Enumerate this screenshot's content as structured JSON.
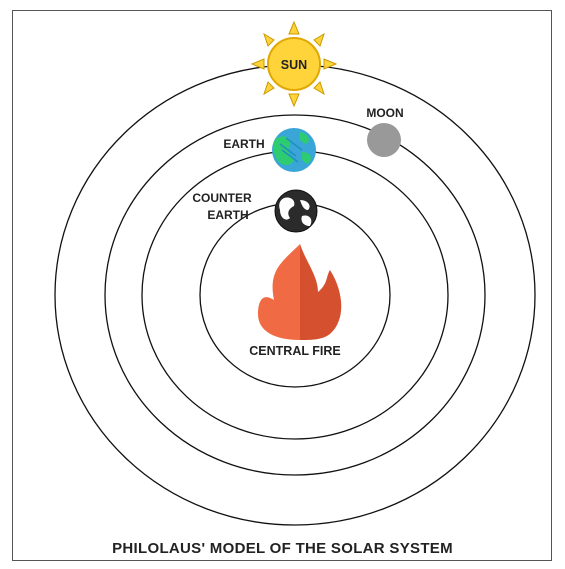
{
  "diagram": {
    "caption": "PHILOLAUS' MODEL OF THE SOLAR SYSTEM",
    "labels": {
      "sun": "SUN",
      "moon": "MOON",
      "earth": "EARTH",
      "counter_earth_line1": "COUNTER",
      "counter_earth_line2": "EARTH",
      "central_fire": "CENTRAL FIRE"
    },
    "colors": {
      "orbit": "#111111",
      "sun_fill": "#ffd43b",
      "sun_stroke": "#e0a800",
      "moon": "#999999",
      "earth_ocean": "#3aa6d8",
      "earth_land": "#2ecc71",
      "counter_earth": "#2b2b2b",
      "fire_light": "#f06a43",
      "fire_dark": "#d4502e"
    }
  }
}
